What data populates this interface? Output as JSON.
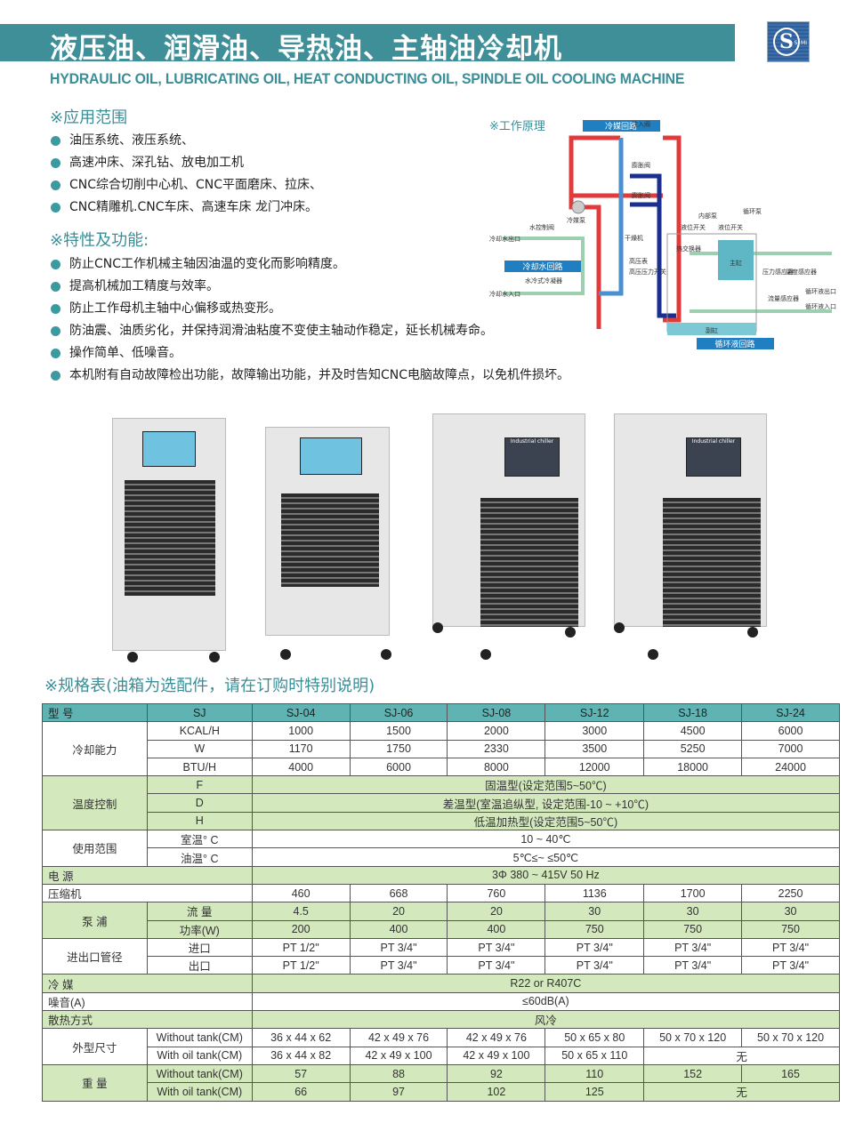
{
  "header": {
    "title_cn": "液压油、润滑油、导热油、主轴油冷却机",
    "title_en": "HYDRAULIC OIL, LUBRICATING OIL, HEAT CONDUCTING OIL, SPINDLE OIL COOLING MACHINE",
    "logo_text": "SJ MI"
  },
  "application": {
    "heading": "※应用范围",
    "items": [
      "油压系统、液压系统、",
      "高速冲床、深孔钻、放电加工机",
      "CNC综合切削中心机、CNC平面磨床、拉床、",
      "CNC精雕机.CNC车床、高速车床 龙门冲床。"
    ]
  },
  "features": {
    "heading": "※特性及功能:",
    "items": [
      "防止CNC工作机械主轴因油温的变化而影响精度。",
      "提高机械加工精度与效率。",
      "防止工作母机主轴中心偏移或热变形。",
      "防油震、油质劣化，并保持润滑油粘度不变使主轴动作稳定，延长机械寿命。",
      "操作简单、低噪音。",
      "本机附有自动故障检出功能，故障输出功能，并及时告知CNC电脑故障点，以免机件损坏。"
    ]
  },
  "diagram": {
    "heading": "※工作原理",
    "loop_refrigerant": "冷媒回路",
    "loop_water": "冷却水回路",
    "loop_circ": "循环液回路",
    "labels": {
      "inject": "注入阀",
      "exp1": "膨胀阀",
      "exp2": "膨胀阀",
      "compressor": "冷媒泵",
      "dryer": "干燥机",
      "gauge": "高压表",
      "hp_switch": "高压压力开关",
      "water_valve": "水控制阀",
      "water_out": "冷却水出口",
      "water_in": "冷却水入口",
      "condenser": "水冷式冷凝器",
      "inner_pump": "内部泵",
      "circ_pump": "循环泵",
      "level1": "液位开关",
      "level2": "液位开关",
      "hx": "热交换器",
      "main_tank": "主缸",
      "sub_tank": "副缸",
      "p_sensor": "压力感应器",
      "t_sensor": "温度感应器",
      "flow_sensor": "流量感应器",
      "circ_out": "循环液出口",
      "circ_in": "循环液入口"
    }
  },
  "products": {
    "panel_label": "Industrial chiller"
  },
  "spec": {
    "heading": "※规格表(油箱为选配件，请在订购时特别说明)",
    "rows": [
      [
        {
          "t": "型 号",
          "c": "h l"
        },
        {
          "t": "SJ",
          "c": "h"
        },
        {
          "t": "SJ-04",
          "c": "h"
        },
        {
          "t": "SJ-06",
          "c": "h"
        },
        {
          "t": "SJ-08",
          "c": "h"
        },
        {
          "t": "SJ-12",
          "c": "h"
        },
        {
          "t": "SJ-18",
          "c": "h"
        },
        {
          "t": "SJ-24",
          "c": "h"
        }
      ],
      [
        {
          "t": "冷却能力",
          "rs": 3
        },
        {
          "t": "KCAL/H"
        },
        {
          "t": "1000"
        },
        {
          "t": "1500"
        },
        {
          "t": "2000"
        },
        {
          "t": "3000"
        },
        {
          "t": "4500"
        },
        {
          "t": "6000"
        }
      ],
      [
        {
          "t": "W"
        },
        {
          "t": "1170"
        },
        {
          "t": "1750"
        },
        {
          "t": "2330"
        },
        {
          "t": "3500"
        },
        {
          "t": "5250"
        },
        {
          "t": "7000"
        }
      ],
      [
        {
          "t": "BTU/H"
        },
        {
          "t": "4000"
        },
        {
          "t": "6000"
        },
        {
          "t": "8000"
        },
        {
          "t": "12000"
        },
        {
          "t": "18000"
        },
        {
          "t": "24000"
        }
      ],
      [
        {
          "t": "温度控制",
          "rs": 3,
          "c": "g"
        },
        {
          "t": "F",
          "c": "g"
        },
        {
          "t": "固温型(设定范围5~50℃)",
          "cs": 6,
          "c": "g"
        }
      ],
      [
        {
          "t": "D",
          "c": "g"
        },
        {
          "t": "差温型(室温追纵型, 设定范围-10 ~ +10℃)",
          "cs": 6,
          "c": "g"
        }
      ],
      [
        {
          "t": "H",
          "c": "g"
        },
        {
          "t": "低温加热型(设定范围5~50℃)",
          "cs": 6,
          "c": "g"
        }
      ],
      [
        {
          "t": "使用范围",
          "rs": 2
        },
        {
          "t": "室温° C"
        },
        {
          "t": "10 ~ 40℃",
          "cs": 6
        }
      ],
      [
        {
          "t": "油温° C"
        },
        {
          "t": "5℃≤~ ≤50℃",
          "cs": 6
        }
      ],
      [
        {
          "t": "电 源",
          "cs": 2,
          "c": "g l"
        },
        {
          "t": "3Φ 380 ~ 415V 50 Hz",
          "cs": 6,
          "c": "g"
        }
      ],
      [
        {
          "t": "压缩机",
          "cs": 2,
          "c": "l"
        },
        {
          "t": "460"
        },
        {
          "t": "668"
        },
        {
          "t": "760"
        },
        {
          "t": "1136"
        },
        {
          "t": "1700"
        },
        {
          "t": "2250"
        }
      ],
      [
        {
          "t": "泵 浦",
          "rs": 2,
          "c": "g"
        },
        {
          "t": "流 量",
          "c": "g"
        },
        {
          "t": "4.5",
          "c": "g"
        },
        {
          "t": "20",
          "c": "g"
        },
        {
          "t": "20",
          "c": "g"
        },
        {
          "t": "30",
          "c": "g"
        },
        {
          "t": "30",
          "c": "g"
        },
        {
          "t": "30",
          "c": "g"
        }
      ],
      [
        {
          "t": "功率(W)",
          "c": "g"
        },
        {
          "t": "200",
          "c": "g"
        },
        {
          "t": "400",
          "c": "g"
        },
        {
          "t": "400",
          "c": "g"
        },
        {
          "t": "750",
          "c": "g"
        },
        {
          "t": "750",
          "c": "g"
        },
        {
          "t": "750",
          "c": "g"
        }
      ],
      [
        {
          "t": "进出口管径",
          "rs": 2
        },
        {
          "t": "进口"
        },
        {
          "t": "PT 1/2\""
        },
        {
          "t": "PT 3/4\""
        },
        {
          "t": "PT 3/4\""
        },
        {
          "t": "PT 3/4\""
        },
        {
          "t": "PT 3/4\""
        },
        {
          "t": "PT 3/4\""
        }
      ],
      [
        {
          "t": "出口"
        },
        {
          "t": "PT 1/2\""
        },
        {
          "t": "PT 3/4\""
        },
        {
          "t": "PT 3/4\""
        },
        {
          "t": "PT 3/4\""
        },
        {
          "t": "PT 3/4\""
        },
        {
          "t": "PT 3/4\""
        }
      ],
      [
        {
          "t": "冷 媒",
          "cs": 2,
          "c": "g l"
        },
        {
          "t": "R22 or R407C",
          "cs": 6,
          "c": "g"
        }
      ],
      [
        {
          "t": "噪音(A)",
          "cs": 2,
          "c": "l"
        },
        {
          "t": "≤60dB(A)",
          "cs": 6
        }
      ],
      [
        {
          "t": "散热方式",
          "cs": 2,
          "c": "g l"
        },
        {
          "t": "风冷",
          "cs": 6,
          "c": "g"
        }
      ],
      [
        {
          "t": "外型尺寸",
          "rs": 2
        },
        {
          "t": "Without tank(CM)"
        },
        {
          "t": "36 x 44 x 62"
        },
        {
          "t": "42 x 49 x 76"
        },
        {
          "t": "42 x 49 x 76"
        },
        {
          "t": "50 x 65 x 80"
        },
        {
          "t": "50 x 70 x 120"
        },
        {
          "t": "50 x 70 x 120"
        }
      ],
      [
        {
          "t": "With oil tank(CM)"
        },
        {
          "t": "36 x 44 x 82"
        },
        {
          "t": "42 x 49 x 100"
        },
        {
          "t": "42 x 49 x 100"
        },
        {
          "t": "50 x 65 x 110"
        },
        {
          "t": "无",
          "cs": 2
        }
      ],
      [
        {
          "t": "重 量",
          "rs": 2,
          "c": "g"
        },
        {
          "t": "Without tank(CM)",
          "c": "g"
        },
        {
          "t": "57",
          "c": "g"
        },
        {
          "t": "88",
          "c": "g"
        },
        {
          "t": "92",
          "c": "g"
        },
        {
          "t": "110",
          "c": "g"
        },
        {
          "t": "152",
          "c": "g"
        },
        {
          "t": "165",
          "c": "g"
        }
      ],
      [
        {
          "t": "With oil tank(CM)",
          "c": "g"
        },
        {
          "t": "66",
          "c": "g"
        },
        {
          "t": "97",
          "c": "g"
        },
        {
          "t": "102",
          "c": "g"
        },
        {
          "t": "125",
          "c": "g"
        },
        {
          "t": "无",
          "cs": 2,
          "c": "g"
        }
      ]
    ]
  },
  "colors": {
    "teal": "#3f8f98",
    "header_cell": "#5fb4b3",
    "green_cell": "#d3e8bd"
  }
}
